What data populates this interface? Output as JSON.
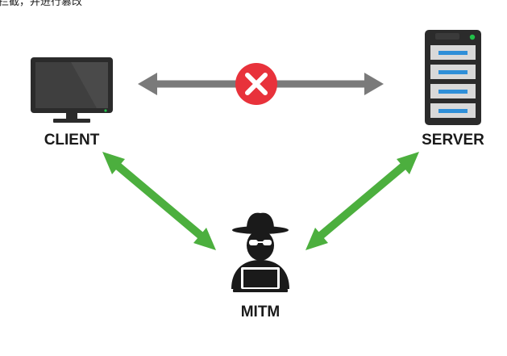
{
  "caption": "拦截，并进行篡改",
  "nodes": {
    "client": {
      "label": "CLIENT",
      "icon": "monitor-icon"
    },
    "server": {
      "label": "SERVER",
      "icon": "server-icon"
    },
    "mitm": {
      "label": "MITM",
      "icon": "hacker-icon"
    }
  },
  "links": [
    {
      "from": "client",
      "to": "server",
      "status": "blocked",
      "color": "#7a7a7a",
      "marker": "x-circle-icon",
      "marker_color": "#e8323b"
    },
    {
      "from": "client",
      "to": "mitm",
      "status": "open",
      "color": "#4caf3e"
    },
    {
      "from": "server",
      "to": "mitm",
      "status": "open",
      "color": "#4caf3e"
    }
  ],
  "colors": {
    "device_dark": "#2b2b2b",
    "screen": "#3f3f3f",
    "server_slot": "#2f8fd8",
    "led_green": "#22c04a"
  }
}
